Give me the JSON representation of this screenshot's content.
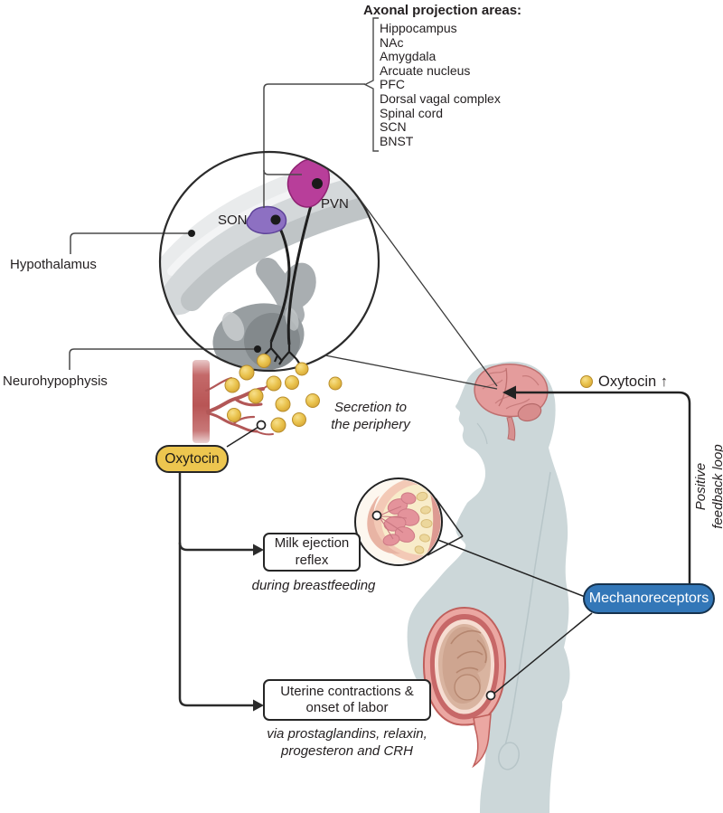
{
  "title": "Axonal projection areas:",
  "axonal_list": [
    "Hippocampus",
    "NAc",
    "Amygdala",
    "Arcuate nucleus",
    "PFC",
    "Dorsal vagal complex",
    "Spinal cord",
    "SCN",
    "BNST"
  ],
  "labels": {
    "hypothalamus": "Hypothalamus",
    "neurohypophysis": "Neurohypophysis",
    "son": "SON",
    "pvn": "PVN",
    "secretion_line1": "Secretion to",
    "secretion_line2": "the periphery"
  },
  "badges": {
    "oxytocin": "Oxytocin",
    "mechanoreceptors": "Mechanoreceptors"
  },
  "boxes": {
    "milk_line1": "Milk ejection",
    "milk_line2": "reflex",
    "milk_note": "during breastfeeding",
    "uterine_line1": "Uterine contractions &",
    "uterine_line2": "onset of labor",
    "uterine_note_line1": "via prostaglandins, relaxin,",
    "uterine_note_line2": "progesteron and CRH"
  },
  "feedback": {
    "oxytocin_up": "Oxytocin",
    "up_arrow": "↑",
    "loop_line1": "Positive",
    "loop_line2": "feedback loop"
  },
  "colors": {
    "oxytocin_yellow": "#edc64f",
    "molecule_gold": "#e6bc45",
    "mechanoreceptor_blue": "#3377b8",
    "pvn_magenta": "#b83e9a",
    "son_purple": "#8d70c2",
    "body_silhouette": "#ccd7d9",
    "brain_pink": "#e49c9c",
    "uterus_pink": "#eba7a2",
    "vessel_red": "#b85555",
    "outline_black": "#262626"
  }
}
